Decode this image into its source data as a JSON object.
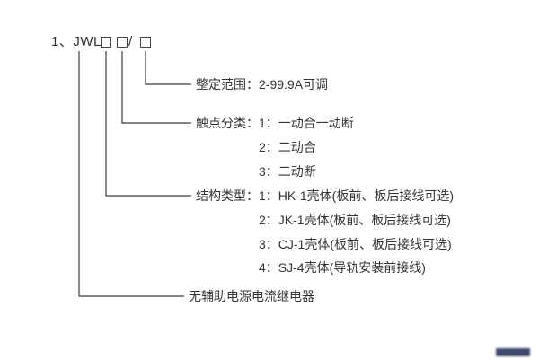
{
  "model": {
    "prefix": "1、JWL -",
    "slash": "/"
  },
  "branches": {
    "setting_range": {
      "label": "整定范围：2-99.9A可调"
    },
    "contact": {
      "label": "触点分类：1：一动合一动断",
      "option2": "2：二动合",
      "option3": "3：二动断"
    },
    "structure": {
      "label": "结构类型：1：HK-1壳体(板前、板后接线可选)",
      "option2": "2：JK-1壳体(板前、板后接线可选)",
      "option3": "3：CJ-1壳体(板前、板后接线可选)",
      "option4": "4：SJ-4壳体(导轨安装前接线)"
    },
    "product": {
      "label": "无辅助电源电流继电器"
    }
  }
}
